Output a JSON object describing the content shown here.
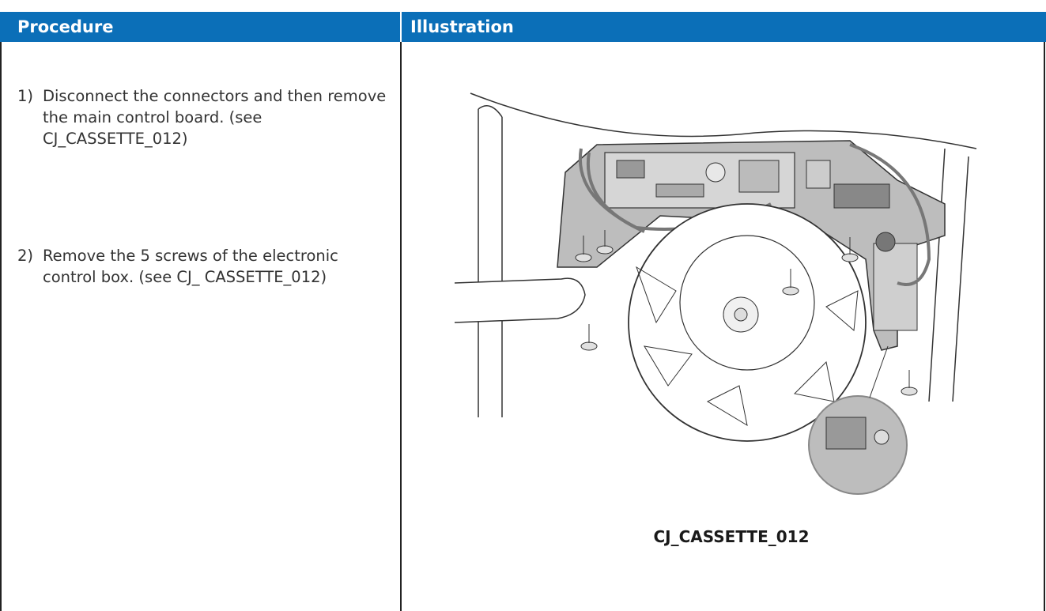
{
  "header": {
    "procedure_label": "Procedure",
    "illustration_label": "Illustration"
  },
  "steps": [
    {
      "number": "1)",
      "text": "Disconnect the connectors and then remove the main control board. (see CJ_CASSETTE_012)"
    },
    {
      "number": "2)",
      "text": "Remove the 5 screws of the electronic control box. (see CJ_ CASSETTE_012)"
    }
  ],
  "illustration": {
    "caption": "CJ_CASSETTE_012"
  }
}
